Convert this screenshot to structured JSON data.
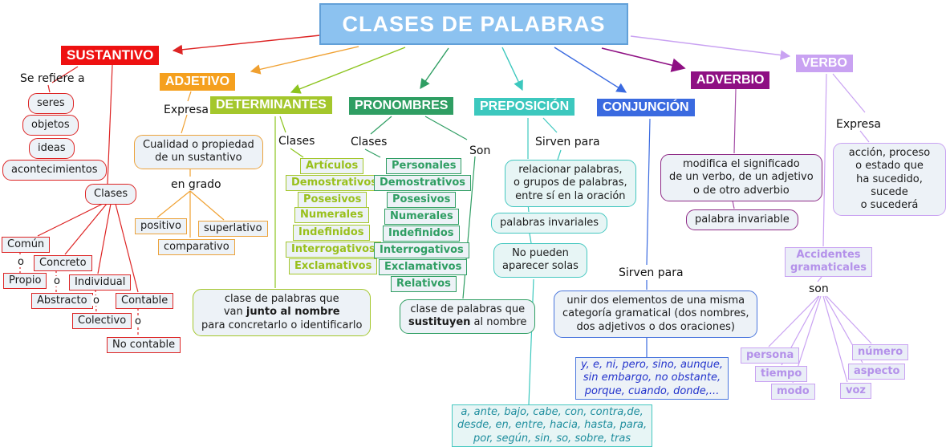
{
  "title": "CLASES DE PALABRAS",
  "colors": {
    "title_bg": "#8cc2f0",
    "title_border": "#62a0d8",
    "sustantivo": "#ee1111",
    "adjetivo": "#f5a01e",
    "determinantes": "#a4c72c",
    "pronombres": "#2f9e63",
    "preposicion": "#3cc8be",
    "conjuncion": "#3a6ae0",
    "adverbio": "#8e0f83",
    "verbo": "#c9a2f2"
  },
  "sustantivo": {
    "header": "SUSTANTIVO",
    "refiere_label": "Se refiere a",
    "items": [
      "seres",
      "objetos",
      "ideas",
      "acontecimientos"
    ],
    "clases_label": "Clases",
    "o": "o",
    "tipos": [
      "Común",
      "Propio",
      "Concreto",
      "Abstracto",
      "Individual",
      "Colectivo",
      "Contable",
      "No contable"
    ]
  },
  "adjetivo": {
    "header": "ADJETIVO",
    "expresa_label": "Expresa",
    "definicion": "Cualidad o propiedad\nde un sustantivo",
    "grado_label": "en grado",
    "grados": [
      "positivo",
      "superlativo",
      "comparativo"
    ]
  },
  "determinantes": {
    "header": "DETERMINANTES",
    "clases_label": "Clases",
    "clases": [
      "Artículos",
      "Demostrativos",
      "Posesivos",
      "Numerales",
      "Indefinidos",
      "Interrogativos",
      "Exclamativos"
    ],
    "definicion_pre": "clase de palabras que\nvan ",
    "definicion_bold": "junto al nombre",
    "definicion_post": "\npara concretarlo o identificarlo"
  },
  "pronombres": {
    "header": "PRONOMBRES",
    "clases_label": "Clases",
    "son_label": "Son",
    "clases": [
      "Personales",
      "Demostrativos",
      "Posesivos",
      "Numerales",
      "Indefinidos",
      "Interrogativos",
      "Exclamativos",
      "Relativos"
    ],
    "definicion_pre": "clase de palabras que\n",
    "definicion_bold": "sustituyen",
    "definicion_post": " al nombre"
  },
  "preposicion": {
    "header": "PREPOSICIÓN",
    "sirven_label": "Sirven para",
    "definicion": "relacionar palabras,\no grupos de palabras,\nentre sí en la oración",
    "invariables": "palabras invariales",
    "no_pueden": "No pueden\naparecer solas",
    "lista": "a, ante, bajo, cabe, con, contra,de,\ndesde, en, entre, hacia, hasta, para,\npor, según, sin, so, sobre, tras"
  },
  "conjuncion": {
    "header": "CONJUNCIÓN",
    "sirven_label": "Sirven para",
    "definicion": "unir dos elementos de una misma\ncategoría gramatical (dos nombres,\ndos adjetivos o dos oraciones)",
    "lista": "y, e, ni, pero, sino, aunque,\nsin embargo, no obstante,\nporque, cuando, donde,..."
  },
  "adverbio": {
    "header": "ADVERBIO",
    "definicion": "modifica el significado\nde un verbo, de un adjetivo\no de otro adverbio",
    "invariable": "palabra invariable"
  },
  "verbo": {
    "header": "VERBO",
    "expresa_label": "Expresa",
    "definicion": "acción, proceso\no estado que\nha sucedido, sucede\no sucederá",
    "accidentes_label": "Accidentes\ngramaticales",
    "son_label": "son",
    "accidentes": [
      "persona",
      "tiempo",
      "modo",
      "número",
      "aspecto",
      "voz"
    ]
  }
}
